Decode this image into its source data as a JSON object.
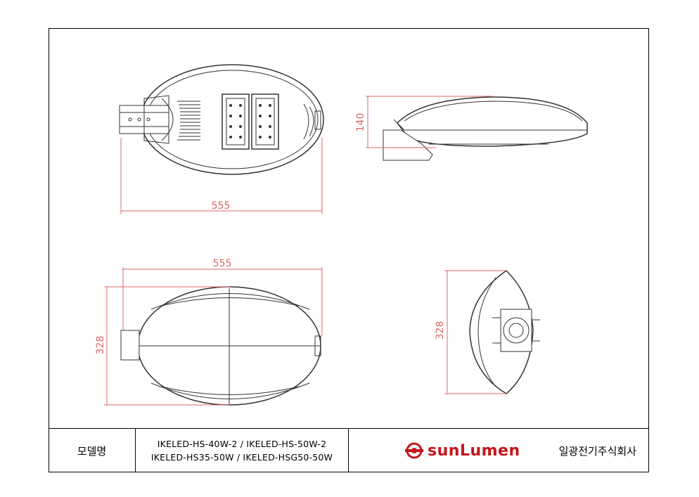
{
  "dimensions": {
    "top_width": "555",
    "side_height": "140",
    "bottom_width": "555",
    "bottom_height": "328",
    "end_height": "328"
  },
  "title_block": {
    "label": "모델명",
    "models_line1": "IKELED-HS-40W-2 / IKELED-HS-50W-2",
    "models_line2": "IKELED-HS35-50W / IKELED-HSG50-50W",
    "brand": "sunLumen",
    "company": "일광전기주식회사"
  },
  "colors": {
    "dimension": "#e06666",
    "brand": "#c4161c",
    "line": "#333333"
  }
}
